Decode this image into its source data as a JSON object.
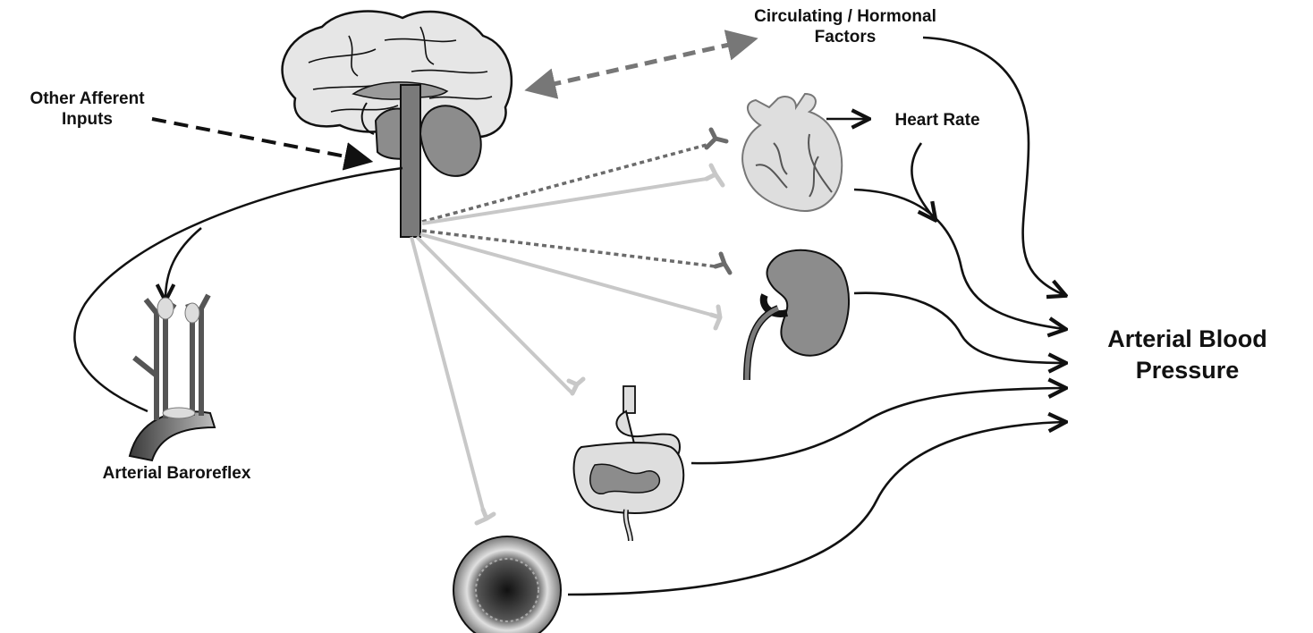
{
  "labels": {
    "circulating": [
      "Circulating / Hormonal",
      "Factors"
    ],
    "other_afferent": [
      "Other Afferent",
      "Inputs"
    ],
    "heart_rate": "Heart Rate",
    "arterial_bp": [
      "Arterial Blood",
      "Pressure"
    ],
    "baroreflex": "Arterial Baroreflex"
  },
  "colors": {
    "ink": "#111111",
    "sympathetic_dotted": "#6b6b6b",
    "parasympathetic_light": "#c8c8c8",
    "organ_fill": "#8c8c8c",
    "organ_light": "#d6d6d6"
  },
  "icons": [
    "brain-icon",
    "heart-icon",
    "kidney-icon",
    "intestine-icon",
    "blood-vessel-icon",
    "carotid-artery-icon"
  ]
}
